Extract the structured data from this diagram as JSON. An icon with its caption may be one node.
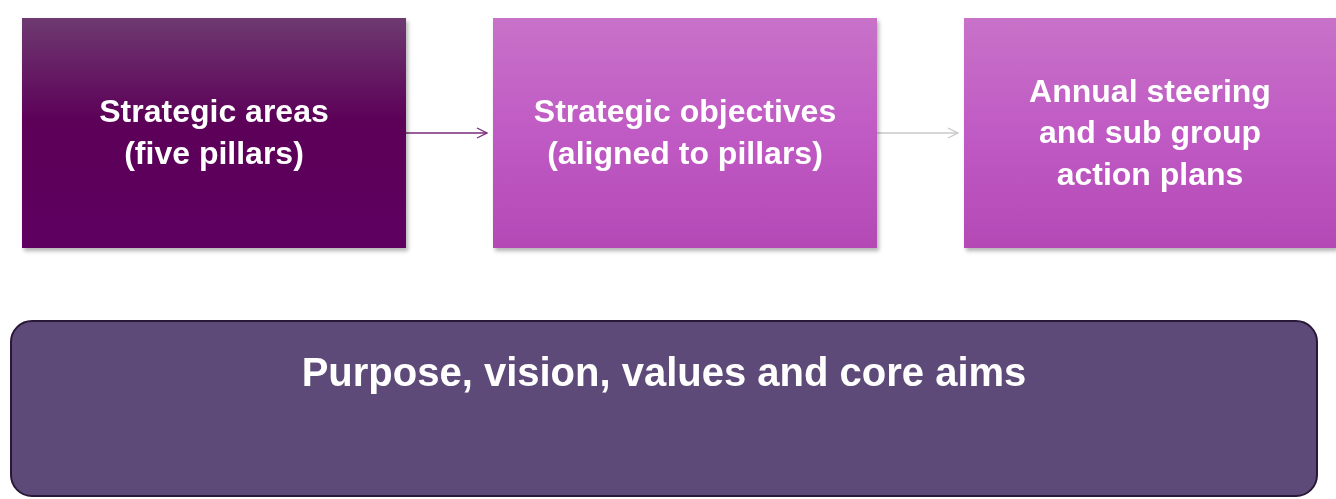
{
  "diagram": {
    "nodes": [
      {
        "text": [
          "Strategic areas (five pillars)"
        ]
      },
      {
        "text": [
          "Strategic objectives (aligned to pillars)"
        ]
      },
      {
        "text": [
          "Annual steering and sub group action plans"
        ]
      },
      {
        "text": [
          "Purpose, vision, values and core aims"
        ]
      }
    ],
    "edges": [
      {
        "from": 0,
        "to": 1,
        "arrow": "to",
        "color": "#7a2a7a"
      },
      {
        "from": 1,
        "to": 2,
        "arrow": "to",
        "color": "#c8c8c8"
      }
    ]
  }
}
